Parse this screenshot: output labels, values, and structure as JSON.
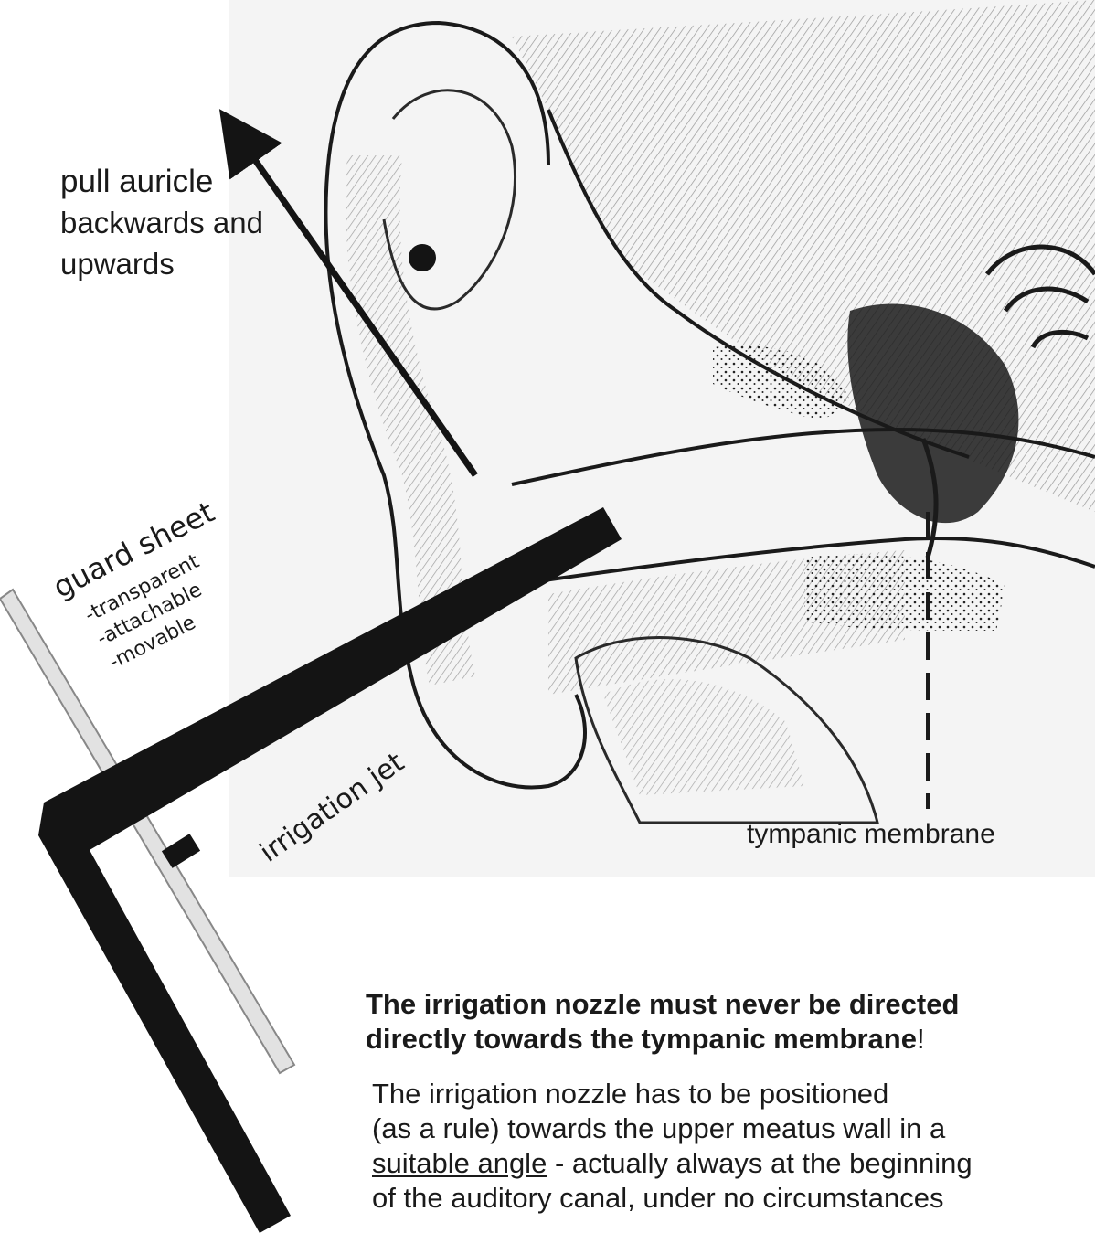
{
  "labels": {
    "pull_line1": "pull auricle",
    "pull_line2": "backwards and",
    "pull_line3": "upwards",
    "guard_title": "guard sheet",
    "guard_item1": "-transparent",
    "guard_item2": "-attachable",
    "guard_item3": "-movable",
    "jet": "irrigation jet",
    "tympanic": "tympanic membrane"
  },
  "warning": {
    "line1": "The irrigation nozzle must never be directed",
    "line2_bold": "directly towards the tympanic membrane",
    "line2_end": "!"
  },
  "instructions": {
    "line1": "The irrigation nozzle has to be positioned",
    "line2": "(as a rule) towards the upper meatus wall in a",
    "line3_underlined": "suitable angle",
    "line3_rest": " - actually always at the beginning",
    "line4": "of the auditory canal, under no circumstances"
  },
  "colors": {
    "ink": "#1a1a1a",
    "nozzle": "#141414",
    "paper": "#ffffff"
  }
}
